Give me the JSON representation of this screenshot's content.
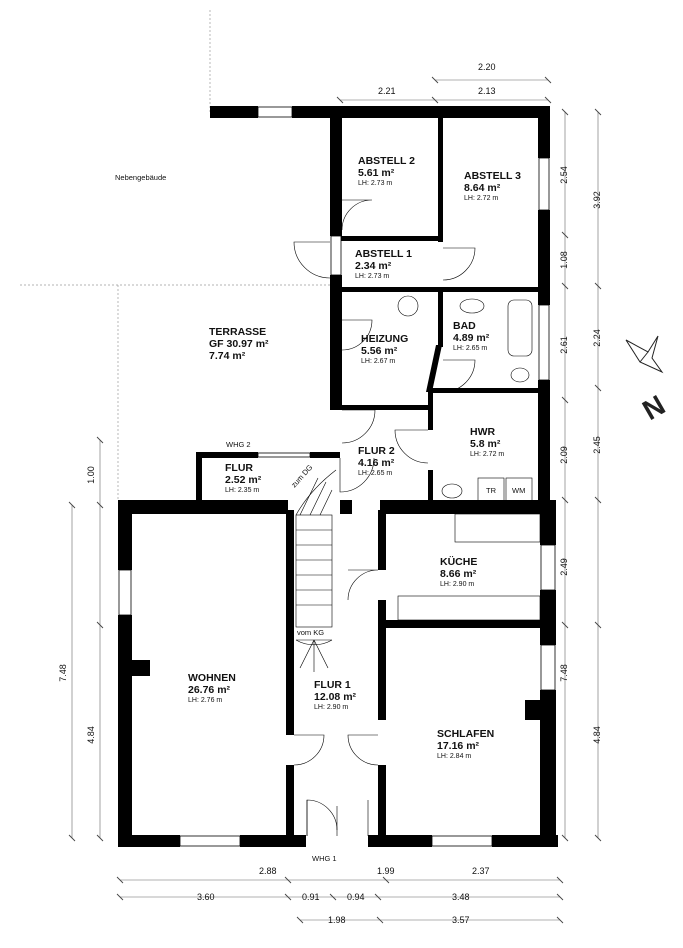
{
  "plan": {
    "rooms": [
      {
        "key": "abstell2",
        "name": "ABSTELL 2",
        "area": "5.61 m²",
        "lh": "LH: 2.73 m"
      },
      {
        "key": "abstell3",
        "name": "ABSTELL 3",
        "area": "8.64 m²",
        "lh": "LH: 2.72 m"
      },
      {
        "key": "abstell1",
        "name": "ABSTELL 1",
        "area": "2.34 m²",
        "lh": "LH: 2.73 m"
      },
      {
        "key": "heizung",
        "name": "HEIZUNG",
        "area": "5.56 m²",
        "lh": "LH: 2.67 m"
      },
      {
        "key": "bad",
        "name": "BAD",
        "area": "4.89 m²",
        "lh": "LH: 2.65 m"
      },
      {
        "key": "hwr",
        "name": "HWR",
        "area": "5.8 m²",
        "lh": "LH: 2.72 m"
      },
      {
        "key": "flur2",
        "name": "FLUR 2",
        "area": "4.16 m²",
        "lh": "LH: 2.65 m"
      },
      {
        "key": "flur",
        "name": "FLUR",
        "area": "2.52 m²",
        "lh": "LH: 2.35 m"
      },
      {
        "key": "kueche",
        "name": "KÜCHE",
        "area": "8.66 m²",
        "lh": "LH: 2.90 m"
      },
      {
        "key": "wohnen",
        "name": "WOHNEN",
        "area": "26.76 m²",
        "lh": "LH: 2.76 m"
      },
      {
        "key": "flur1",
        "name": "FLUR 1",
        "area": "12.08 m²",
        "lh": "LH: 2.90 m"
      },
      {
        "key": "schlafen",
        "name": "SCHLAFEN",
        "area": "17.16 m²",
        "lh": "LH: 2.84 m"
      }
    ],
    "terrasse": {
      "name": "TERRASSE",
      "area": "GF 30.97 m²",
      "area2": "7.74 m²"
    },
    "labels": {
      "nebengebaeude": "Nebengebäude",
      "whg2": "WHG 2",
      "whg1": "WHG 1",
      "zum_dg": "zum DG",
      "vom_kg": "vom KG",
      "tr": "TR",
      "wm": "WM",
      "compass": "N"
    },
    "dims_top": [
      "2.20",
      "2.21",
      "2.13"
    ],
    "dims_right_inner": [
      "2.54",
      "1.08",
      "2.61",
      "2.09",
      "2.49",
      "7.48"
    ],
    "dims_right_outer": [
      "3.92",
      "2.24",
      "2.45",
      "4.84"
    ],
    "dims_left": [
      "1.00",
      "7.48",
      "4.84"
    ],
    "dims_bottom_row1": [
      "2.88",
      "1.99",
      "2.37"
    ],
    "dims_bottom_row2": [
      "3.60",
      "0.91",
      "0.94",
      "3.48"
    ],
    "dims_bottom_row3": [
      "1.98",
      "3.57"
    ]
  }
}
